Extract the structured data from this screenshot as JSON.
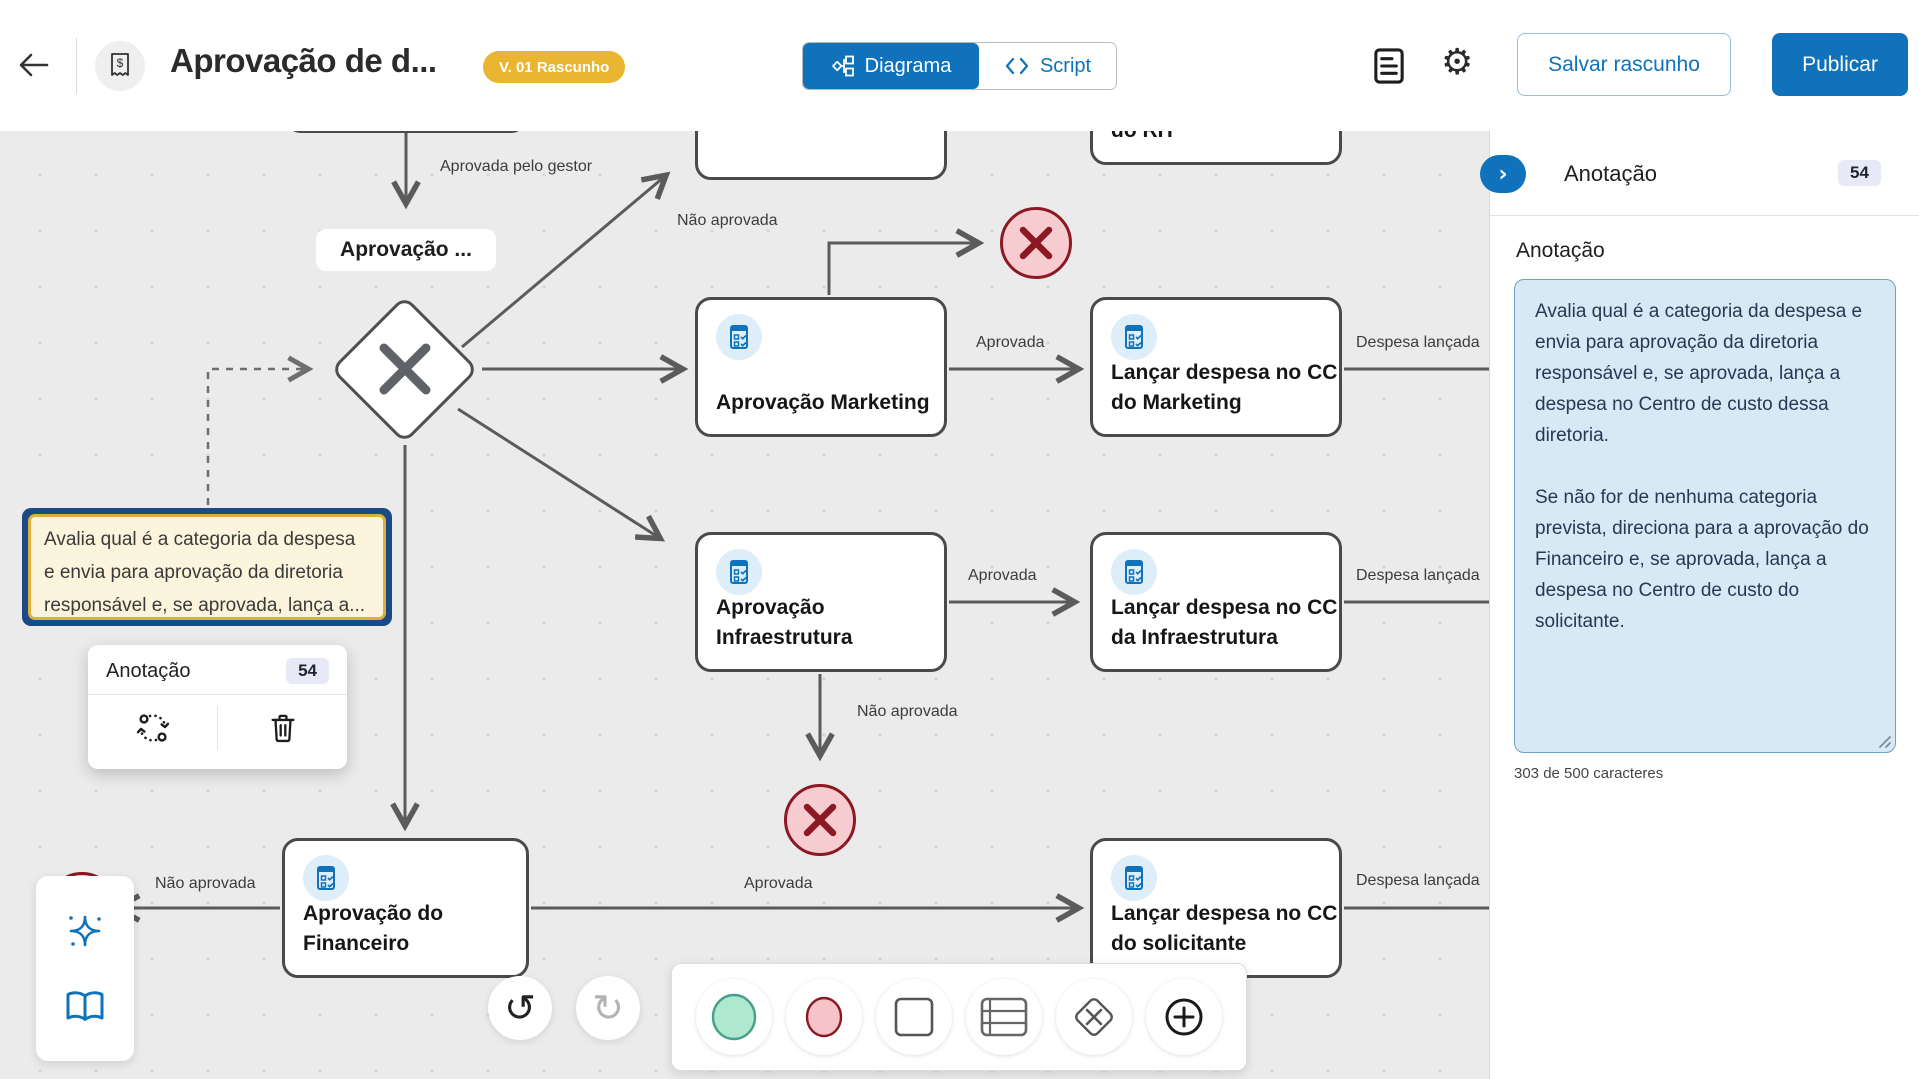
{
  "header": {
    "title": "Aprovação de d...",
    "version_badge": "V. 01 Rascunho",
    "tab_diagram": "Diagrama",
    "tab_script": "Script",
    "save_draft": "Salvar rascunho",
    "publish": "Publicar"
  },
  "colors": {
    "primary_blue": "#0f72ba",
    "badge_yellow": "#eab531",
    "canvas_bg": "#ebebeb",
    "edge_line": "#5b5b5b",
    "end_event_red": "#8c1823",
    "end_event_fill": "#f7ccd0",
    "start_event_fill": "#aee9cf",
    "start_event_stroke": "#44a08c",
    "selection_blue": "#1b4a86",
    "note_fill": "#fcf4dc",
    "note_border": "#dfaf3b",
    "textarea_fill": "#d8e9f6"
  },
  "canvas": {
    "gateway_label": "Aprovação ...",
    "note_text": "Avalia qual é a categoria da despesa\ne envia para aprovação da diretoria\nresponsável e, se aprovada, lança a...",
    "tasks": {
      "rh_partial": "do RH",
      "marketing": "Aprovação Marketing",
      "cc_marketing": "Lançar despesa no CC\ndo Marketing",
      "infra": "Aprovação\nInfraestrutura",
      "cc_infra": "Lançar despesa no CC\nda Infraestrutura",
      "financeiro": "Aprovação do\nFinanceiro",
      "cc_solicitante": "Lançar despesa no CC\ndo solicitante"
    },
    "edge_labels": {
      "aprovada_gestor": "Aprovada pelo gestor",
      "nao_aprovada_top": "Não aprovada",
      "aprovada_marketing": "Aprovada",
      "despesa_marketing": "Despesa lançada",
      "aprovada_infra": "Aprovada",
      "despesa_infra": "Despesa lançada",
      "nao_aprovada_infra": "Não aprovada",
      "nao_aprovada_fin": "Não aprovada",
      "aprovada_fin": "Aprovada",
      "despesa_solicitante": "Despesa lançada"
    }
  },
  "popup": {
    "title": "Anotação",
    "count": "54"
  },
  "sidebar": {
    "tab_title": "Anotação",
    "count": "54",
    "section_label": "Anotação",
    "note_value": "Avalia qual é a categoria da despesa e envia para aprovação da diretoria responsável e, se aprovada, lança a despesa no Centro de custo dessa diretoria.\n\nSe não for de nenhuma categoria prevista, direciona para a aprovação do Financeiro e, se aprovada, lança a despesa no Centro de custo do solicitante.",
    "char_counter": "303 de 500 caracteres"
  }
}
